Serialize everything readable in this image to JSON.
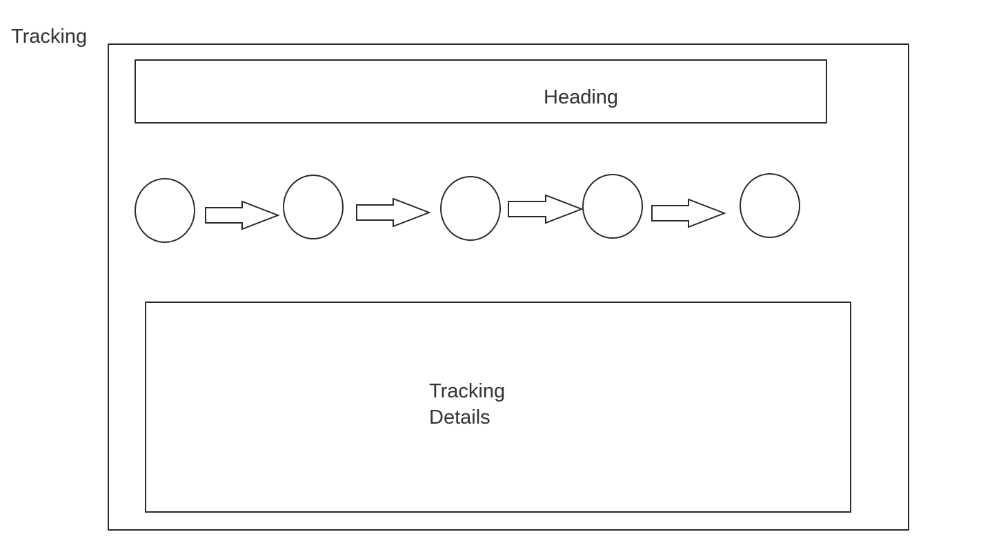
{
  "page_label": "Tracking",
  "heading": "Heading",
  "details": {
    "line1": "Tracking",
    "line2": "Details"
  },
  "flow": {
    "step_count": 5,
    "stroke_color": "#2a2a2a",
    "fill_color": "#ffffff"
  }
}
